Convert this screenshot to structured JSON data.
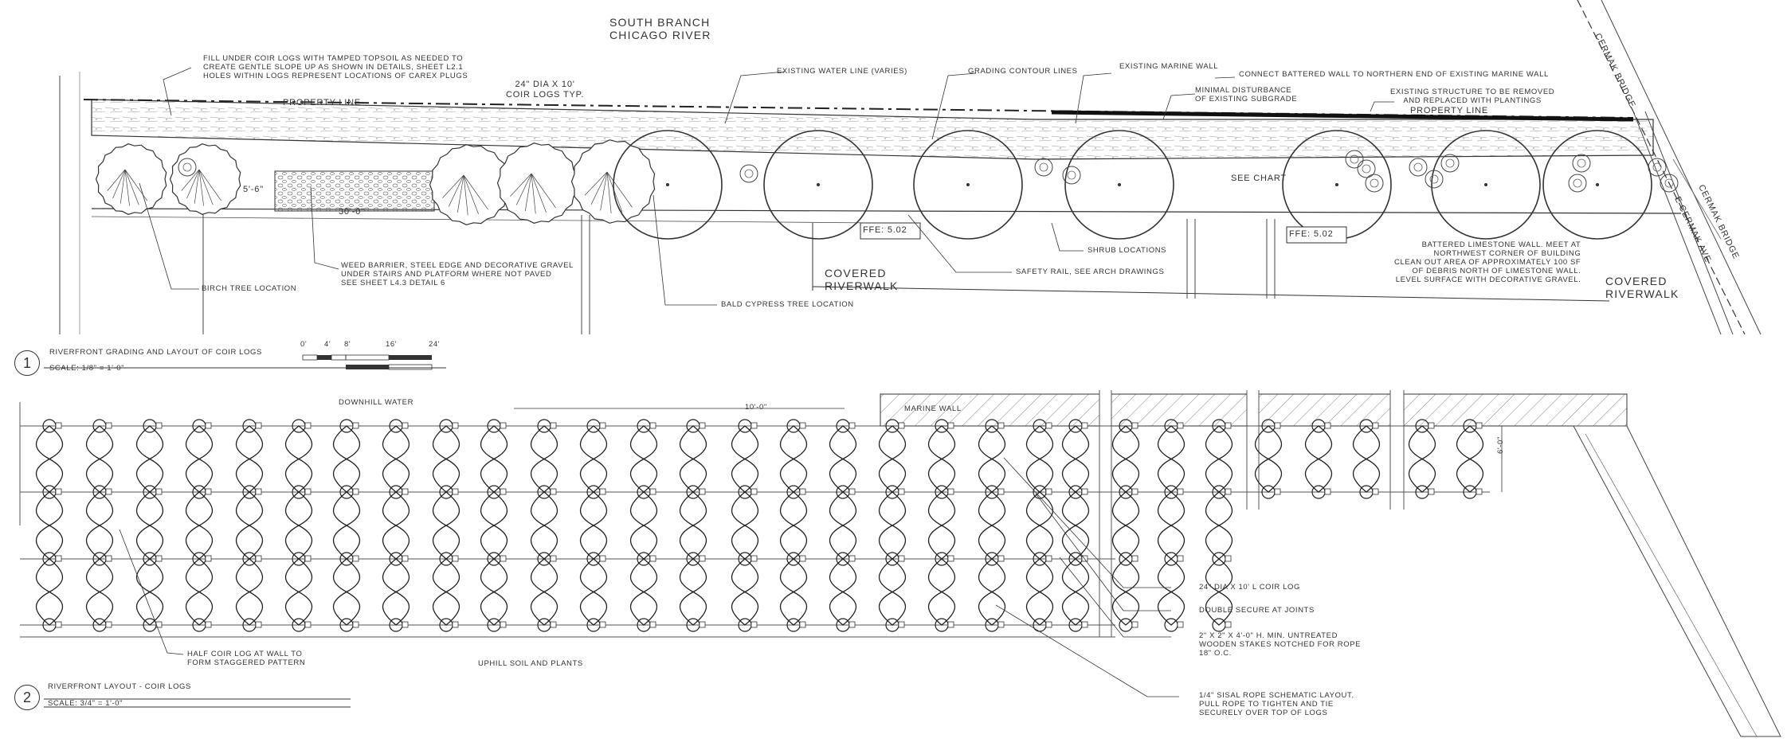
{
  "plan1": {
    "river_label": "SOUTH BRANCH\nCHICAGO RIVER",
    "coir_note": "24\" DIA X 10'\nCOIR LOGS TYP.",
    "property_line": "PROPERTY LINE",
    "property_line_right": "PROPERTY LINE",
    "fill_note": "FILL UNDER COIR LOGS WITH TAMPED TOPSOIL AS NEEDED TO\nCREATE GENTLE SLOPE UP AS SHOWN IN DETAILS, SHEET L2.1\nHOLES WITHIN LOGS REPRESENT LOCATIONS OF CAREX PLUGS",
    "water_line": "EXISTING WATER LINE (VARIES)",
    "grading": "GRADING CONTOUR LINES",
    "marine_wall": "EXISTING MARINE WALL",
    "minimal": "MINIMAL DISTURBANCE\nOF EXISTING SUBGRADE",
    "connect": "CONNECT BATTERED WALL TO NORTHERN END OF EXISTING MARINE WALL",
    "existing_structure": "EXISTING STRUCTURE TO BE REMOVED\nAND REPLACED WITH PLANTINGS",
    "see_chart": "SEE CHART",
    "ffe_left": "FFE: 5.02",
    "ffe_right": "FFE: 5.02",
    "dim_30": "30'-0\"",
    "dim_5": "5'-6\"",
    "weed": "WEED BARRIER, STEEL EDGE AND DECORATIVE GRAVEL\nUNDER STAIRS AND PLATFORM WHERE NOT PAVED\nSEE SHEET L4.3 DETAIL 6",
    "birch": "BIRCH TREE LOCATION",
    "cypress": "BALD CYPRESS TREE LOCATION",
    "safety": "SAFETY RAIL, SEE ARCH DRAWINGS",
    "shrub": "SHRUB LOCATIONS",
    "covered_left": "COVERED\nRIVERWALK",
    "covered_right": "COVERED\nRIVERWALK",
    "battered": "BATTERED LIMESTONE WALL. MEET AT\nNORTHWEST CORNER OF BUILDING\nCLEAN OUT AREA OF APPROXIMATELY 100 SF\nOF DEBRIS NORTH OF LIMESTONE WALL.\nLEVEL SURFACE WITH DECORATIVE GRAVEL.",
    "cermak_bridge_1": "CERMAK BRIDGE",
    "cermak_bridge_2": "CERMAK BRIDGE",
    "cermak_ave": "E CERMAK AVE",
    "title_num": "1",
    "title": "RIVERFRONT GRADING AND LAYOUT OF COIR LOGS",
    "scale": "SCALE: 1/8\" = 1'-0\"",
    "scale_ticks": [
      "0'",
      "4'",
      "8'",
      "16'",
      "24'"
    ]
  },
  "plan2": {
    "downhill": "DOWNHILL WATER",
    "uphill": "UPHILL SOIL AND PLANTS",
    "marine_wall": "MARINE WALL",
    "dim_10": "10'-0\"",
    "dim_6": "6'-0\"",
    "half_log": "HALF COIR LOG AT WALL TO\nFORM STAGGERED PATTERN",
    "coir_log": "24\" DIA X 10' L COIR LOG",
    "double": "DOUBLE SECURE AT JOINTS",
    "stakes": "2\" X 2\" X 4'-0\" H. MIN. UNTREATED\nWOODEN STAKES NOTCHED FOR ROPE\n18\" O.C.",
    "sisal": "1/4\" SISAL ROPE SCHEMATIC LAYOUT.\nPULL ROPE TO TIGHTEN AND TIE\nSECURELY OVER TOP OF LOGS",
    "title_num": "2",
    "title": "RIVERFRONT LAYOUT - COIR LOGS",
    "scale": "SCALE: 3/4\" = 1'-0\""
  }
}
